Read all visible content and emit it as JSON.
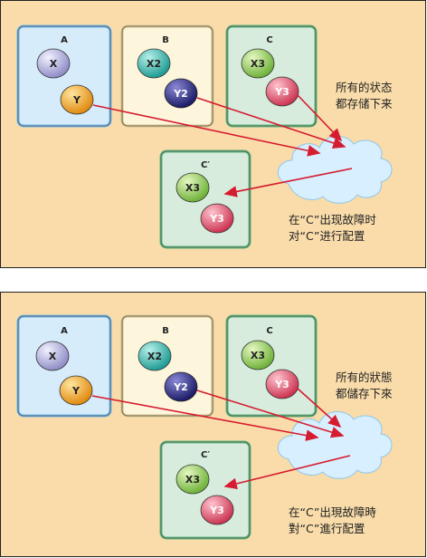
{
  "panels": [
    {
      "boxes": {
        "a": {
          "title": "A",
          "n1": "X",
          "n2": "Y"
        },
        "b": {
          "title": "B",
          "n1": "X2",
          "n2": "Y2"
        },
        "c": {
          "title": "C",
          "n1": "X3",
          "n2": "Y3"
        },
        "cp": {
          "title": "C′",
          "n1": "X3",
          "n2": "Y3"
        }
      },
      "caption_top": [
        "所有的状态",
        "都存储下来"
      ],
      "caption_bottom": [
        "在“C”出现故障时",
        "对“C”进行配置"
      ]
    },
    {
      "boxes": {
        "a": {
          "title": "A",
          "n1": "X",
          "n2": "Y"
        },
        "b": {
          "title": "B",
          "n1": "X2",
          "n2": "Y2"
        },
        "c": {
          "title": "C",
          "n1": "X3",
          "n2": "Y3"
        },
        "cp": {
          "title": "C′",
          "n1": "X3",
          "n2": "Y3"
        }
      },
      "caption_top": [
        "所有的狀態",
        "都儲存下來"
      ],
      "caption_bottom": [
        "在“C”出現故障時",
        "對“C”進行配置"
      ]
    }
  ],
  "colors": {
    "panel_bg": "#f9dcaa",
    "box_a_fill": "#d6ecfb",
    "box_a_border": "#6fb6ea",
    "box_b_fill": "#fdf6dd",
    "box_b_border": "#d8c48c",
    "box_c_fill": "#d7ecdd",
    "box_c_border": "#5fb87d",
    "node_gray": "#a9a8d6",
    "node_orange": "#f2a51f",
    "node_teal": "#3fbcb4",
    "node_navy": "#2d2c86",
    "node_red": "#e2566e",
    "node_green": "#8cc955",
    "arrow": "#d61c30",
    "cloud": "#d7efff"
  }
}
